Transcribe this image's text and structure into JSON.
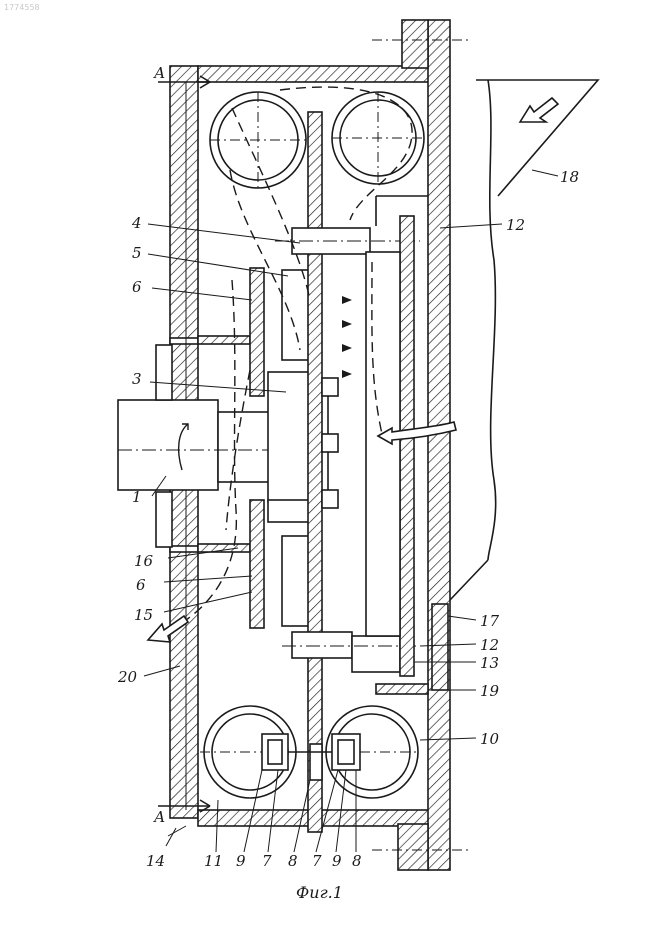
{
  "watermark": "1774558",
  "figure_caption": "Фиг.1",
  "section_marks": {
    "top": "А",
    "bottom": "А"
  },
  "labels": {
    "l1": "1",
    "l3": "3",
    "l4": "4",
    "l5": "5",
    "l6": "6",
    "l16": "16",
    "l6b": "6",
    "l15": "15",
    "l20": "20",
    "l12a": "12",
    "l18": "18",
    "l17": "17",
    "l12b": "12",
    "l13": "13",
    "l19": "19",
    "l10": "10",
    "l14": "14",
    "l11": "11",
    "l9a": "9",
    "l7a": "7",
    "l8a": "8",
    "l7b": "7",
    "l9b": "9",
    "l8b": "8"
  },
  "colors": {
    "ink": "#1a1a1a",
    "paper": "#ffffff"
  }
}
